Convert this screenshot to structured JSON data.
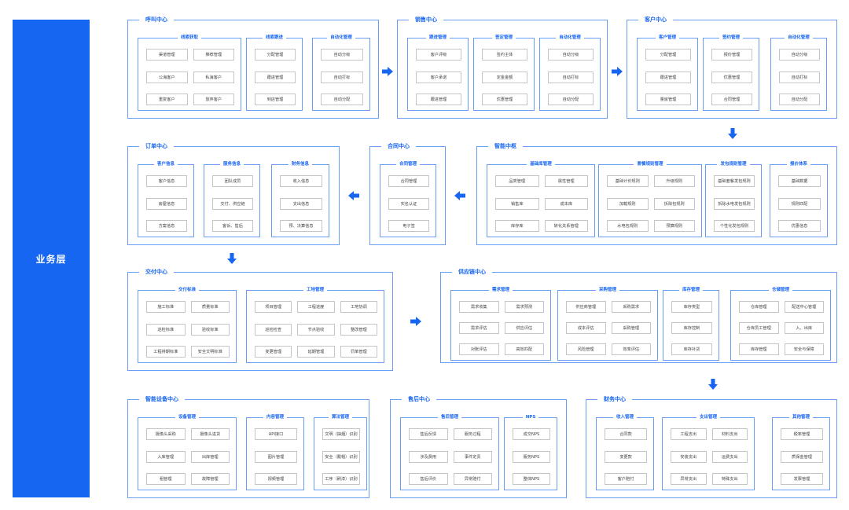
{
  "layer_label": "业务层",
  "colors": {
    "accent": "#1766f2",
    "border": "#6a9ef5",
    "item_border": "#c5c5c5"
  },
  "centers": [
    {
      "id": "hujiao",
      "title": "呼叫中心",
      "groups": [
        {
          "title": "线索获取",
          "cols": 2,
          "items": [
            "渠道管理",
            "推荐管理",
            "公海客户",
            "私海客户",
            "重复客户",
            "放弃客户"
          ]
        },
        {
          "title": "线索跟进",
          "cols": 1,
          "items": [
            "分配管理",
            "跟进管理",
            "到店管理"
          ]
        },
        {
          "title": "自动化管理",
          "cols": 1,
          "items": [
            "自动分级",
            "自动打标",
            "自动分配"
          ]
        }
      ]
    },
    {
      "id": "xiaoshou",
      "title": "销售中心",
      "groups": [
        {
          "title": "跟进管理",
          "cols": 1,
          "items": [
            "客户评级",
            "客户承诺",
            "跟进管理"
          ]
        },
        {
          "title": "签定管理",
          "cols": 1,
          "items": [
            "签约主体",
            "定金金额",
            "优惠管理"
          ]
        },
        {
          "title": "自动化管理",
          "cols": 1,
          "items": [
            "自动分级",
            "自动打标",
            "自动分配"
          ]
        }
      ]
    },
    {
      "id": "kehu",
      "title": "客户中心",
      "groups": [
        {
          "title": "客户管理",
          "cols": 1,
          "items": [
            "分配管理",
            "跟进管理",
            "量房管理"
          ]
        },
        {
          "title": "签约管理",
          "cols": 1,
          "items": [
            "报价管理",
            "优惠管理",
            "合同管理"
          ]
        },
        {
          "title": "自动化管理",
          "cols": 1,
          "items": [
            "自动分级",
            "自动打标",
            "自动分配"
          ]
        }
      ]
    },
    {
      "id": "zhineng",
      "title": "智能中枢",
      "groups": [
        {
          "title": "基础库管理",
          "cols": 2,
          "items": [
            "品类管理",
            "属性管理",
            "销售库",
            "成本库",
            "库存库",
            "转化关系管理"
          ]
        },
        {
          "title": "套餐规则管理",
          "cols": 2,
          "items": [
            "基础计价规则",
            "升级规则",
            "加载规则",
            "拆除包规则",
            "水电包规则",
            "预算规则"
          ]
        },
        {
          "title": "发包规则管理",
          "cols": 1,
          "items": [
            "基础套餐发包规则",
            "拆除水电发包规则",
            "个性化发包规则"
          ]
        },
        {
          "title": "报价体系",
          "cols": 1,
          "items": [
            "基础数据",
            "规则匹配",
            "优惠信息"
          ]
        }
      ]
    },
    {
      "id": "hetong",
      "title": "合同中心",
      "groups": [
        {
          "title": "合同管理",
          "cols": 1,
          "items": [
            "合同管理",
            "实名认证",
            "电子签"
          ]
        }
      ]
    },
    {
      "id": "dingdan",
      "title": "订单中心",
      "groups": [
        {
          "title": "客户信息",
          "cols": 1,
          "items": [
            "客户信息",
            "房屋信息",
            "方案信息"
          ]
        },
        {
          "title": "服务信息",
          "cols": 1,
          "items": [
            "团队成员",
            "交付、供应链",
            "客诉、售后"
          ]
        },
        {
          "title": "财务信息",
          "cols": 1,
          "items": [
            "收入信息",
            "支出信息",
            "预、决算信息"
          ]
        }
      ]
    },
    {
      "id": "jiaofu",
      "title": "交付中心",
      "groups": [
        {
          "title": "交付标准",
          "cols": 2,
          "items": [
            "施工标准",
            "质量标准",
            "巡检标准",
            "验收标准",
            "工程排期标准",
            "安全文明标准"
          ]
        },
        {
          "title": "工地管理",
          "cols": 3,
          "items": [
            "项目管理",
            "工程进度",
            "工地协调",
            "巡检检查",
            "节点验收",
            "整改管理",
            "变更管理",
            "延期管理",
            "罚单管理"
          ]
        }
      ]
    },
    {
      "id": "gongying",
      "title": "供应链中心",
      "groups": [
        {
          "title": "需求管理",
          "cols": 2,
          "items": [
            "需求收集",
            "需求预测",
            "需求评估",
            "供应评估",
            "对账评估",
            "高效匹配"
          ]
        },
        {
          "title": "采购管理",
          "cols": 2,
          "items": [
            "供应商管理",
            "采购需求",
            "成本评估",
            "采购管理",
            "风险管理",
            "效率评估"
          ]
        },
        {
          "title": "库存管理",
          "cols": 1,
          "items": [
            "库存类型",
            "库存控制",
            "库存补货"
          ]
        },
        {
          "title": "仓储管理",
          "cols": 2,
          "items": [
            "仓库管理",
            "配送中心管理",
            "仓库员工管理",
            "入、出库",
            "库存管理",
            "安全与保障"
          ]
        }
      ]
    },
    {
      "id": "shebei",
      "title": "智能设备中心",
      "groups": [
        {
          "title": "设备管理",
          "cols": 2,
          "items": [
            "摄像头采购",
            "摄像头进货",
            "入库管理",
            "出库管理",
            "租管理",
            "故障管理"
          ]
        },
        {
          "title": "内容管理",
          "cols": 1,
          "items": [
            "API接口",
            "图片管理",
            "视频管理"
          ]
        },
        {
          "title": "算法管理",
          "cols": 1,
          "items": [
            "文明（抽烟）识别",
            "安全（戴帽）识别",
            "工序（刷漆）识别"
          ]
        }
      ]
    },
    {
      "id": "shouhou",
      "title": "售后中心",
      "groups": [
        {
          "title": "售后管理",
          "cols": 2,
          "items": [
            "售后反馈",
            "服务过程",
            "涉及费用",
            "事件定责",
            "售后评价",
            "异常赔付"
          ]
        },
        {
          "title": "NPS",
          "cols": 1,
          "items": [
            "成交NPS",
            "服务NPS",
            "整体NPS"
          ]
        }
      ]
    },
    {
      "id": "caiwu",
      "title": "财务中心",
      "groups": [
        {
          "title": "收入管理",
          "cols": 1,
          "items": [
            "合同款",
            "变更款",
            "客户赔付"
          ]
        },
        {
          "title": "支出管理",
          "cols": 2,
          "items": [
            "工程支出",
            "材料支出",
            "安装支出",
            "运费支出",
            "异常支出",
            "特殊支出"
          ]
        },
        {
          "title": "其他管理",
          "cols": 1,
          "items": [
            "税率管理",
            "质保金管理",
            "发票管理"
          ]
        }
      ]
    }
  ],
  "arrows": [
    {
      "from": "呼叫中心",
      "to": "销售中心",
      "dir": "right"
    },
    {
      "from": "销售中心",
      "to": "客户中心",
      "dir": "right"
    },
    {
      "from": "客户中心",
      "to": "智能中枢",
      "dir": "down"
    },
    {
      "from": "智能中枢",
      "to": "合同中心",
      "dir": "left"
    },
    {
      "from": "合同中心",
      "to": "订单中心",
      "dir": "left"
    },
    {
      "from": "订单中心",
      "to": "交付中心",
      "dir": "down"
    },
    {
      "from": "交付中心",
      "to": "供应链中心",
      "dir": "right"
    },
    {
      "from": "供应链中心",
      "to": "财务中心",
      "dir": "down"
    }
  ]
}
